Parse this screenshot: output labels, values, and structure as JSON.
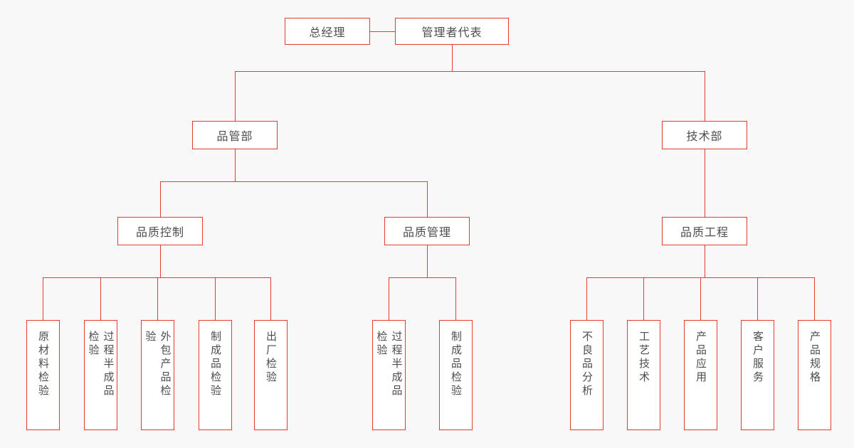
{
  "org": {
    "top": {
      "ceo": "总经理",
      "rep": "管理者代表"
    },
    "departments": {
      "quality_dept": "品管部",
      "tech_dept": "技术部"
    },
    "sections": {
      "quality_control": "品质控制",
      "quality_management": "品质管理",
      "quality_engineering": "品质工程"
    },
    "leaves": {
      "quality_control": [
        "原材料检验",
        "过程半成品检验",
        "外包产品检验",
        "制成品检验",
        "出厂检验"
      ],
      "quality_management": [
        "过程半成品检验",
        "制成品检验"
      ],
      "quality_engineering": [
        "不良品分析",
        "工艺技术",
        "产品应用",
        "客户服务",
        "产品规格"
      ]
    },
    "hierarchy": {
      "总经理": [
        "管理者代表"
      ],
      "管理者代表": [
        "品管部",
        "技术部"
      ],
      "品管部": [
        "品质控制",
        "品质管理"
      ],
      "技术部": [
        "品质工程"
      ],
      "品质控制": [
        "原材料检验",
        "过程半成品检验",
        "外包产品检验",
        "制成品检验",
        "出厂检验"
      ],
      "品质管理": [
        "过程半成品检验",
        "制成品检验"
      ],
      "品质工程": [
        "不良品分析",
        "工艺技术",
        "产品应用",
        "客户服务",
        "产品规格"
      ]
    },
    "colors": {
      "line": "#e53b32",
      "box_border": "#e53b32",
      "box_background": "#ffffff",
      "text": "#4d4d4d",
      "page_background": "#f8f8f8"
    }
  }
}
